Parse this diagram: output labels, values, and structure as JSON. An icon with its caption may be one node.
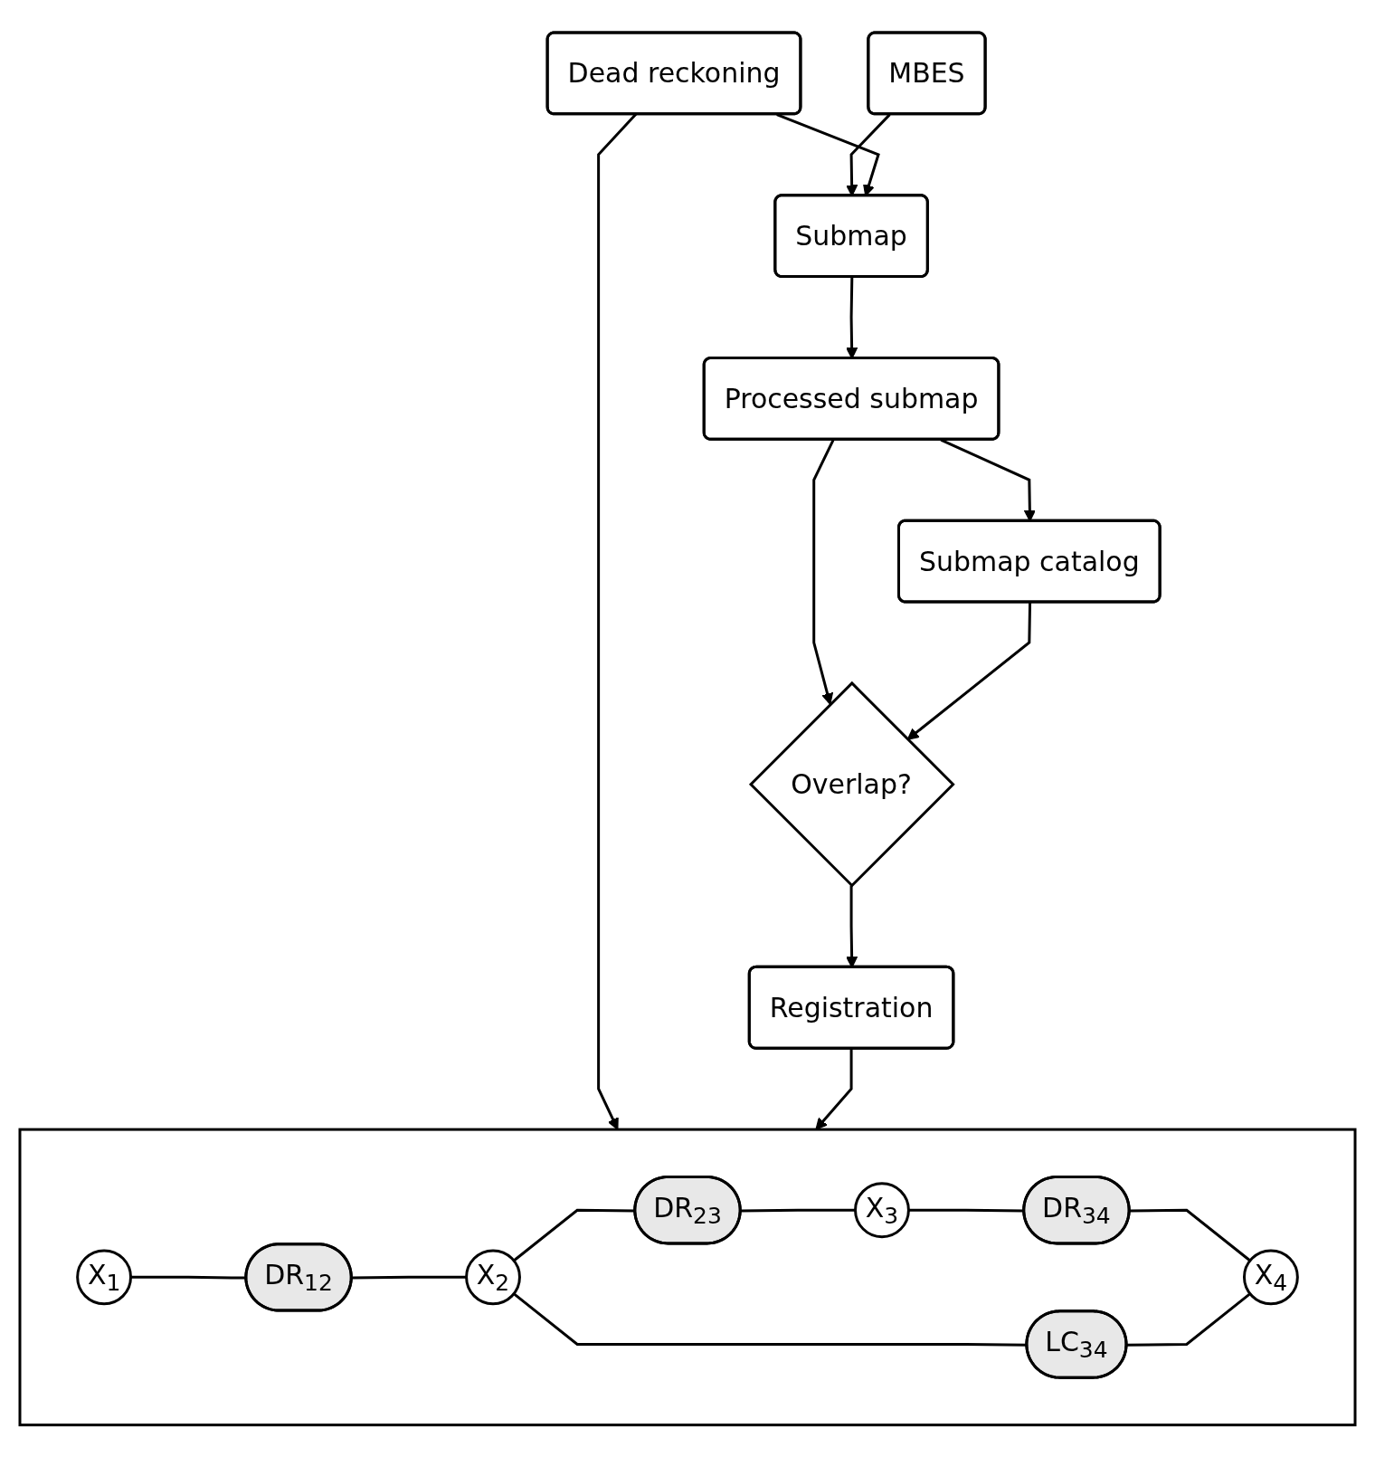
{
  "diagram": {
    "nodes": [
      {
        "text": [
          "Dead reckoning"
        ]
      },
      {
        "text": [
          "MBES"
        ]
      },
      {
        "text": [
          "Submap"
        ]
      },
      {
        "text": [
          "Processed submap"
        ]
      },
      {
        "text": [
          "Submap catalog"
        ]
      },
      {
        "text": [
          "Overlap?"
        ]
      },
      {
        "text": [
          "Registration"
        ]
      },
      {
        "text": [],
        "shape": "box"
      },
      {
        "text": [
          "X$_{1}$"
        ],
        "in": 7
      },
      {
        "text": [
          "DR$_{12}$"
        ],
        "in": 7
      },
      {
        "text": [
          "X$_{2}$"
        ],
        "in": 7
      },
      {
        "text": [
          "DR$_{23}$"
        ],
        "in": 7
      },
      {
        "text": [
          "X$_{3}$"
        ],
        "in": 7
      },
      {
        "text": [
          "DR$_{34}$"
        ],
        "in": 7
      },
      {
        "text": [
          "X$_{4}$"
        ],
        "in": 7
      },
      {
        "text": [
          "LC$_{34}$"
        ],
        "in": 7
      }
    ],
    "edges": [
      {
        "from": 1,
        "to": 2,
        "arrow": "to"
      },
      {
        "from": 0,
        "to": 2,
        "arrow": "to"
      },
      {
        "from": 0,
        "to": 7,
        "arrow": "to"
      },
      {
        "from": 2,
        "to": 3,
        "arrow": "to"
      },
      {
        "from": 3,
        "to": 4,
        "arrow": "to"
      },
      {
        "from": 3,
        "to": 5,
        "arrow": "to"
      },
      {
        "from": 4,
        "to": 5,
        "arrow": "to"
      },
      {
        "from": 5,
        "to": 6,
        "arrow": "to"
      },
      {
        "from": 6,
        "to": 7,
        "arrow": "to"
      },
      {
        "from": 8,
        "to": 9,
        "arrow": "none"
      },
      {
        "from": 9,
        "to": 10,
        "arrow": "none"
      },
      {
        "from": 10,
        "to": 11,
        "arrow": "none"
      },
      {
        "from": 11,
        "to": 12,
        "arrow": "none"
      },
      {
        "from": 12,
        "to": 13,
        "arrow": "none"
      },
      {
        "from": 13,
        "to": 14,
        "arrow": "none"
      },
      {
        "from": 10,
        "to": 15,
        "arrow": "none"
      },
      {
        "from": 15,
        "to": 14,
        "arrow": "none"
      }
    ]
  }
}
